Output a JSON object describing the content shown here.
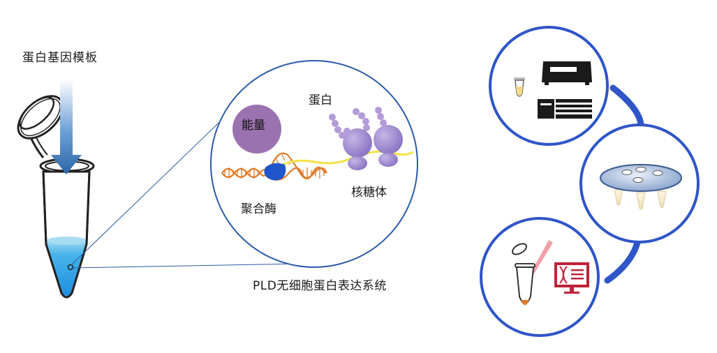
{
  "labels": {
    "template": "蛋白基因模板",
    "energy": "能量",
    "protein": "蛋白",
    "ribosome": "核糖体",
    "polymerase": "聚合酶",
    "system": "PLD无细胞蛋白表达系统"
  },
  "colors": {
    "circle_outline": "#2a5aa8",
    "chain_connector": "#2f55c8",
    "energy_fill": "#9b72b0",
    "ribosome_fill": "#9a86cc",
    "polymerase_fill": "#1f55c8",
    "dna_orange": "#e07a28",
    "mrna_yellow": "#f3e24b",
    "liquid_blue": "#2a9ce6",
    "arrow_blue": "#3d7fc4"
  },
  "icons": {
    "tube": "microcentrifuge-tube-icon",
    "arrow": "down-arrow-icon",
    "instrument": "lab-instrument-icon",
    "plate": "reaction-plate-icon",
    "monitor": "dna-monitor-icon"
  }
}
